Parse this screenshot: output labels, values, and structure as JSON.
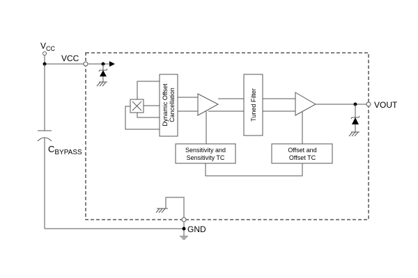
{
  "labels": {
    "vcc_supply": "V",
    "vcc_supply_sub": "CC",
    "vcc_pin": "VCC",
    "cbypass": "C",
    "cbypass_sub": "BYPASS",
    "vout": "VOUT",
    "gnd": "GND"
  },
  "blocks": {
    "doc_line1": "Dynamic Offset",
    "doc_line2": "Cancellation",
    "tuned_filter": "Tuned Filter",
    "sens_line1": "Sensitivity and",
    "sens_line2": "Sensitivity TC",
    "offset_line1": "Offset and",
    "offset_line2": "Offset TC"
  }
}
